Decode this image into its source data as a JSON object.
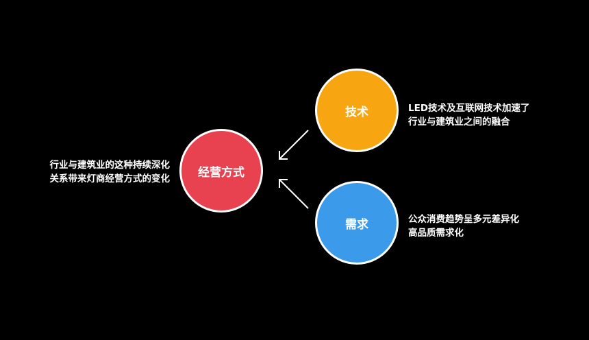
{
  "center": {
    "label": "经营方式",
    "color": "#E8414F",
    "description": {
      "line1": "行业与建筑业的这种持续深化",
      "line2": "关系带来灯商经营方式的变化"
    }
  },
  "nodes": [
    {
      "label": "技术",
      "color": "#F7A612",
      "description": {
        "line1": "LED技术及互联网技术加速了",
        "line2": "行业与建筑业之间的融合"
      }
    },
    {
      "label": "需求",
      "color": "#3C9AEA",
      "description": {
        "line1": "公众消费趋势呈多元差异化",
        "line2": "高品质需求化"
      }
    }
  ],
  "colors": {
    "background": "#000000",
    "border": "#FFFFFF",
    "arrow": "#FFFFFF",
    "text": "#FFFFFF"
  }
}
